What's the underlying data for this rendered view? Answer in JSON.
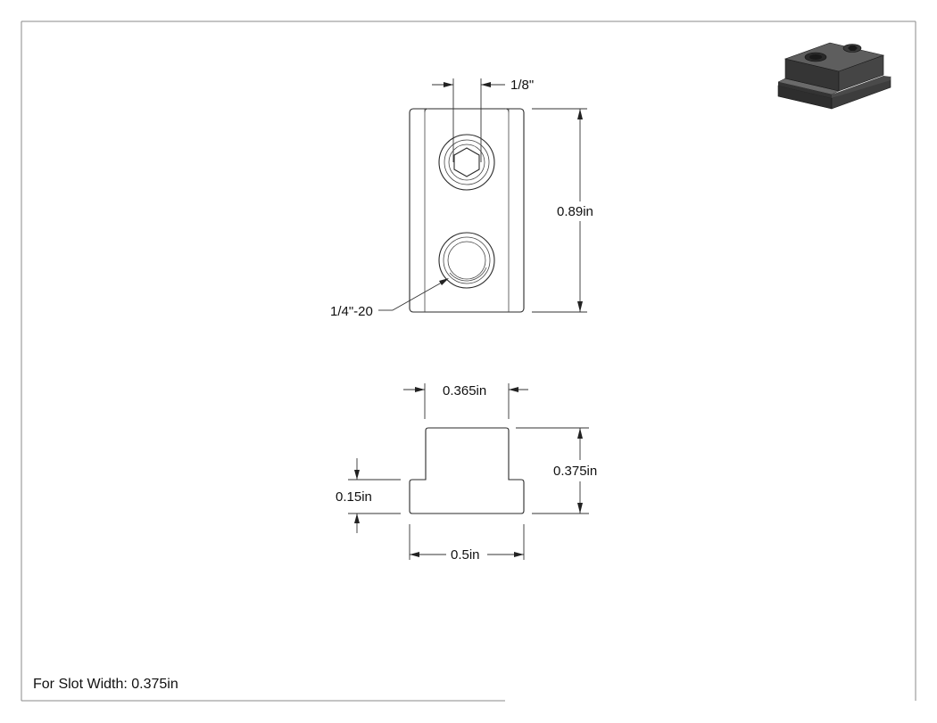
{
  "top_view": {
    "dim_hole_offset": "1/8\"",
    "dim_length": "0.89in",
    "callout_thread": "1/4\"-20"
  },
  "side_view": {
    "dim_top_width": "0.365in",
    "dim_height": "0.375in",
    "dim_flange_height": "0.15in",
    "dim_base_width": "0.5in"
  },
  "note": {
    "slot_width": "For Slot Width: 0.375in"
  },
  "colors": {
    "line": "#2a2a2a",
    "frame": "#8a8a8a",
    "part_dark": "#3a3a3a",
    "part_top": "#5a5a5a"
  }
}
